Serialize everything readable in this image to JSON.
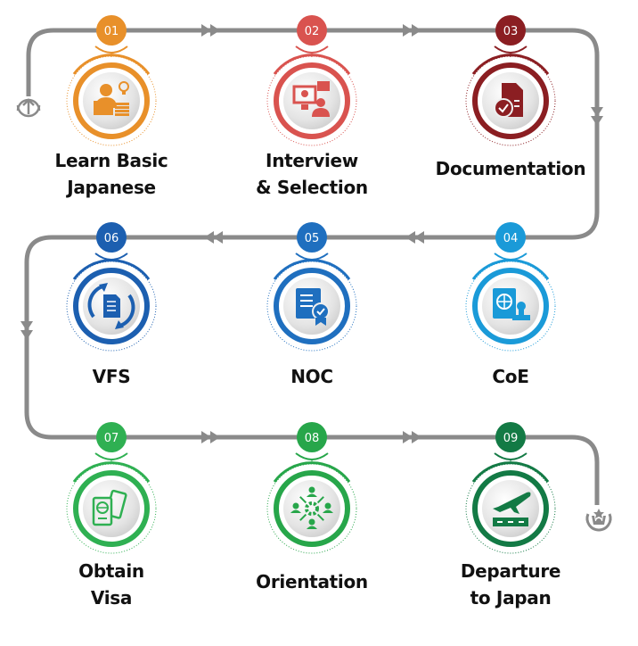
{
  "diagram": {
    "connector_color": "#8a8a8a",
    "start_icon": "arrow-up-circle-icon",
    "end_icon": "celebration-person-icon",
    "steps": [
      {
        "number": "01",
        "title_line1": "Learn Basic",
        "title_line2": "Japanese",
        "color": "#e8902a",
        "icon": "student-reading-idea-icon"
      },
      {
        "number": "02",
        "title_line1": "Interview",
        "title_line2": "& Selection",
        "color": "#d9534f",
        "icon": "video-interview-icon"
      },
      {
        "number": "03",
        "title_line1": "Documentation",
        "title_line2": "",
        "color": "#8b1e22",
        "icon": "document-check-icon"
      },
      {
        "number": "04",
        "title_line1": "CoE",
        "title_line2": "",
        "color": "#1a9ad8",
        "icon": "passport-stamp-icon"
      },
      {
        "number": "05",
        "title_line1": "NOC",
        "title_line2": "",
        "color": "#1f6fbf",
        "icon": "certificate-badge-icon"
      },
      {
        "number": "06",
        "title_line1": "VFS",
        "title_line2": "",
        "color": "#1c5fb0",
        "icon": "document-cycle-icon"
      },
      {
        "number": "07",
        "title_line1": "Obtain",
        "title_line2": "Visa",
        "color": "#2fb052",
        "icon": "passport-ticket-icon"
      },
      {
        "number": "08",
        "title_line1": "Orientation",
        "title_line2": "",
        "color": "#27a64a",
        "icon": "team-network-gear-icon"
      },
      {
        "number": "09",
        "title_line1": "Departure",
        "title_line2": "to Japan",
        "color": "#137a45",
        "icon": "airplane-takeoff-icon"
      }
    ]
  }
}
